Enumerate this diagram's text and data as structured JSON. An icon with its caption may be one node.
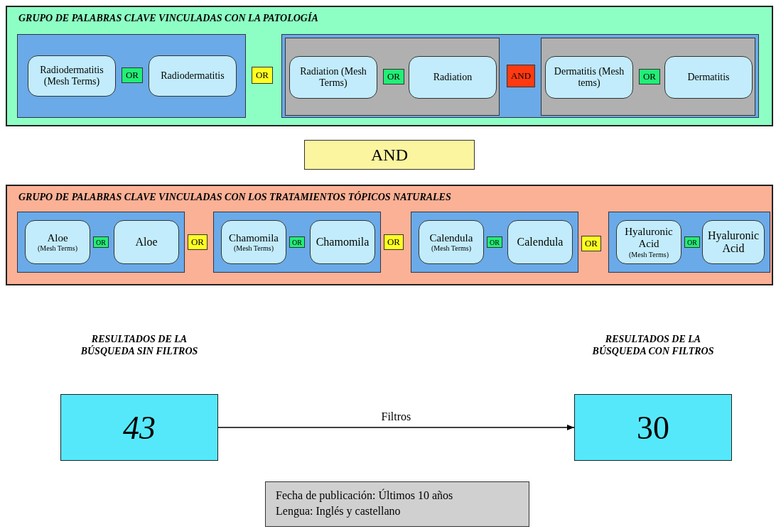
{
  "diagram": {
    "nodes": [
      {
        "text": [
          "GRUPO DE PALABRAS CLAVE VINCULADAS CON LA PATOLOGÍA"
        ]
      },
      {
        "text": [],
        "shape": "box",
        "in": 0
      },
      {
        "text": [
          "Radiodermatitis (Mesh Terms)"
        ],
        "in": 1
      },
      {
        "text": [
          "OR"
        ],
        "in": 1
      },
      {
        "text": [
          "Radiodermatitis"
        ],
        "in": 1
      },
      {
        "text": [
          "OR"
        ],
        "in": 0
      },
      {
        "text": [],
        "shape": "box",
        "in": 0
      },
      {
        "text": [],
        "shape": "box",
        "in": 6
      },
      {
        "text": [
          "Radiation (Mesh Terms)"
        ],
        "in": 7
      },
      {
        "text": [
          "OR"
        ],
        "in": 7
      },
      {
        "text": [
          "Radiation"
        ],
        "in": 7
      },
      {
        "text": [
          "AND"
        ],
        "in": 6
      },
      {
        "text": [],
        "shape": "box",
        "in": 6
      },
      {
        "text": [
          "Dermatitis (Mesh tems)"
        ],
        "in": 12
      },
      {
        "text": [
          "OR"
        ],
        "in": 12
      },
      {
        "text": [
          "Dermatitis"
        ],
        "in": 12
      },
      {
        "text": [
          "AND"
        ]
      },
      {
        "text": [
          "GRUPO DE PALABRAS CLAVE VINCULADAS CON LOS TRATAMIENTOS TÓPICOS NATURALES"
        ]
      },
      {
        "text": [],
        "shape": "box",
        "in": 17
      },
      {
        "text": [
          "Aloe",
          "(Mesh Terms)"
        ],
        "in": 18
      },
      {
        "text": [
          "OR"
        ],
        "in": 18
      },
      {
        "text": [
          "Aloe"
        ],
        "in": 18
      },
      {
        "text": [
          "OR"
        ],
        "in": 17
      },
      {
        "text": [],
        "shape": "box",
        "in": 17
      },
      {
        "text": [
          "Chamomila",
          "(Mesh Terms)"
        ],
        "in": 23
      },
      {
        "text": [
          "OR"
        ],
        "in": 23
      },
      {
        "text": [
          "Chamomila"
        ],
        "in": 23
      },
      {
        "text": [
          "OR"
        ],
        "in": 17
      },
      {
        "text": [],
        "shape": "box",
        "in": 17
      },
      {
        "text": [
          "Calendula",
          "(Mesh Terms)"
        ],
        "in": 28
      },
      {
        "text": [
          "OR"
        ],
        "in": 28
      },
      {
        "text": [
          "Calendula"
        ],
        "in": 28
      },
      {
        "text": [
          "OR"
        ],
        "in": 17
      },
      {
        "text": [],
        "shape": "box",
        "in": 17
      },
      {
        "text": [
          "Hyaluronic Acid",
          "(Mesh Terms)"
        ],
        "in": 33
      },
      {
        "text": [
          "OR"
        ],
        "in": 33
      },
      {
        "text": [
          "Hyaluronic Acid"
        ],
        "in": 33
      },
      {
        "text": [
          "RESULTADOS DE LA BÚSQUEDA SIN FILTROS",
          "43"
        ]
      },
      {
        "text": [
          "RESULTADOS DE LA BÚSQUEDA CON FILTROS",
          "30"
        ]
      },
      {
        "text": [
          "Fecha de publicación: Últimos 10 años",
          "Lengua: Inglés y castellano"
        ]
      }
    ],
    "edges": [
      {
        "from": 37,
        "to": 38,
        "arrow": "to",
        "label": "Filtros"
      }
    ]
  }
}
